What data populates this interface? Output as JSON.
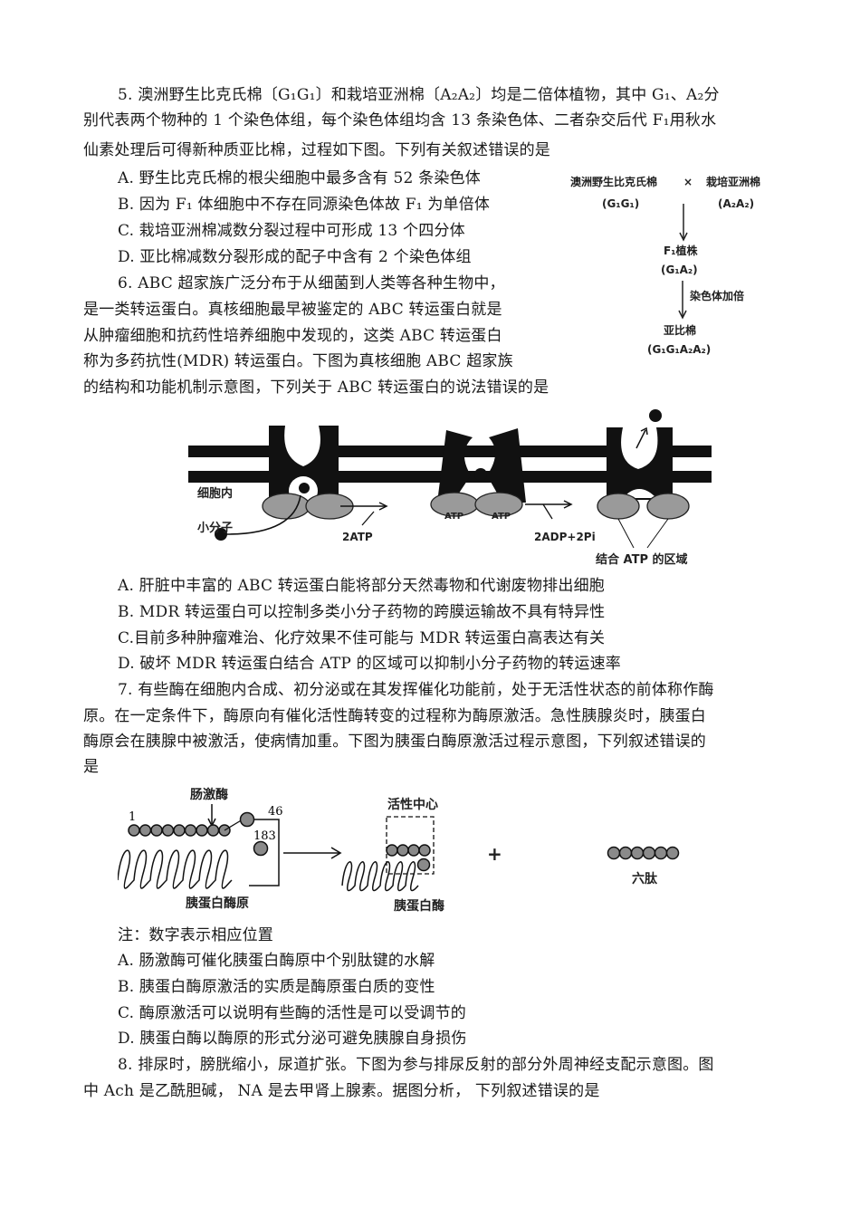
{
  "q5": {
    "lines": [
      "5. 澳洲野生比克氏棉〔G₁G₁〕和栽培亚洲棉〔A₂A₂〕均是二倍体植物，其中 G₁、A₂分",
      "别代表两个物种的 1 个染色体组，每个染色体组均含 13 条染色体、二者杂交后代 F₁用秋水",
      "仙素处理后可得新种质亚比棉，过程如下图。下列有关叙述错误的是"
    ],
    "options": [
      "A. 野生比克氏棉的根尖细胞中最多含有 52 条染色体",
      "B. 因为 F₁ 体细胞中不存在同源染色体故 F₁ 为单倍体",
      "C. 栽培亚洲棉减数分裂过程中可形成 13 个四分体",
      "D. 亚比棉减数分裂形成的配子中含有 2 个染色体组"
    ],
    "figure": {
      "parent1": "澳洲野生比克氏棉",
      "cross": "×",
      "parent2": "栽培亚洲棉",
      "parent1_genome": "(G₁G₁)",
      "parent2_genome": "(A₂A₂)",
      "f1": "F₁植株",
      "f1_genome": "(G₁A₂)",
      "step": "染色体加倍",
      "result": "亚比棉",
      "result_genome": "(G₁G₁A₂A₂)"
    }
  },
  "q6": {
    "lines": [
      "6. ABC 超家族广泛分布于从细菌到人类等各种生物中，",
      "是一类转运蛋白。真核细胞最早被鉴定的 ABC 转运蛋白就是",
      "从肿瘤细胞和抗药性培养细胞中发现的，这类 ABC 转运蛋白",
      "称为多药抗性(MDR) 转运蛋白。下图为真核细胞 ABC 超家族",
      "的结构和功能机制示意图，下列关于  ABC 转运蛋白的说法错误的是"
    ],
    "figure": {
      "inside_label": "细胞内",
      "small_molecule": "小分子",
      "atp_in": "2ATP",
      "atp_left": "ATP",
      "atp_right": "ATP",
      "products": "2ADP+2Pi",
      "binding_region": "结合 ATP 的区域"
    },
    "options": [
      "A. 肝脏中丰富的 ABC 转运蛋白能将部分天然毒物和代谢废物排出细胞",
      "B. MDR 转运蛋白可以控制多类小分子药物的跨膜运输故不具有特异性",
      "C.目前多种肿瘤难治、化疗效果不佳可能与 MDR 转运蛋白高表达有关",
      "D. 破坏 MDR 转运蛋白结合 ATP 的区域可以抑制小分子药物的转运速率"
    ]
  },
  "q7": {
    "lines": [
      "7. 有些酶在细胞内合成、初分泌或在其发挥催化功能前，处于无活性状态的前体称作酶",
      "原。在一定条件下，酶原向有催化活性酶转变的过程称为酶原激活。急性胰腺炎时，胰蛋白",
      "酶原会在胰腺中被激活，使病情加重。下图为胰蛋白酶原激活过程示意图，下列叙述错误的",
      "是"
    ],
    "figure": {
      "enterokinase": "肠激酶",
      "pos1": "1",
      "pos46": "46",
      "pos183": "183",
      "zymogen": "胰蛋白酶原",
      "active_center": "活性中心",
      "trypsin": "胰蛋白酶",
      "plus": "+",
      "hexapeptide": "六肽"
    },
    "note": "注：数字表示相应位置",
    "options": [
      "A. 肠激酶可催化胰蛋白酶原中个别肽键的水解",
      "B. 胰蛋白酶原激活的实质是酶原蛋白质的变性",
      "C. 酶原激活可以说明有些酶的活性是可以受调节的",
      "D. 胰蛋白酶以酶原的形式分泌可避免胰腺自身损伤"
    ]
  },
  "q8": {
    "lines": [
      "8. 排尿时，膀胱缩小，尿道扩张。下图为参与排尿反射的部分外周神经支配示意图。图",
      "中  Ach 是乙酰胆碱，  NA 是去甲肾上腺素。据图分析，  下列叙述错误的是"
    ]
  },
  "colors": {
    "ink": "#1a1a1a",
    "membrane": "#111111",
    "ellipse": "#9a9a9a",
    "bead": "#8a8a8a"
  }
}
